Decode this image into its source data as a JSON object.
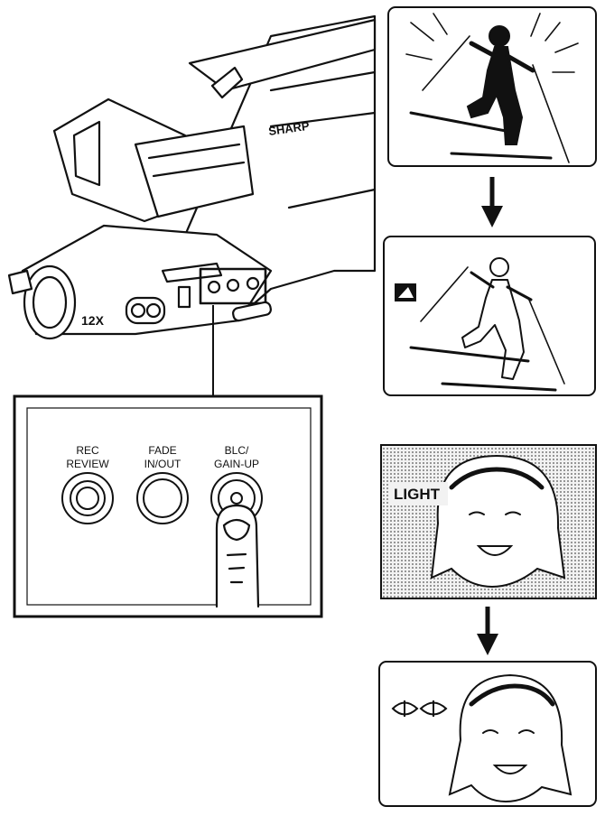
{
  "camera": {
    "brand": "SHARP",
    "zoom_label": "12X"
  },
  "callout": {
    "buttons": [
      {
        "label_line1": "REC",
        "label_line2": "REVIEW"
      },
      {
        "label_line1": "FADE",
        "label_line2": "IN/OUT"
      },
      {
        "label_line1": "BLC/",
        "label_line2": "GAIN-UP"
      }
    ]
  },
  "panels": {
    "bright_scene_tag": "LIGHT"
  },
  "icons": {
    "backlight": "backlight-compensation-icon",
    "gain_up": "gain-up-eyes-icon",
    "arrow": "down-arrow-icon"
  }
}
